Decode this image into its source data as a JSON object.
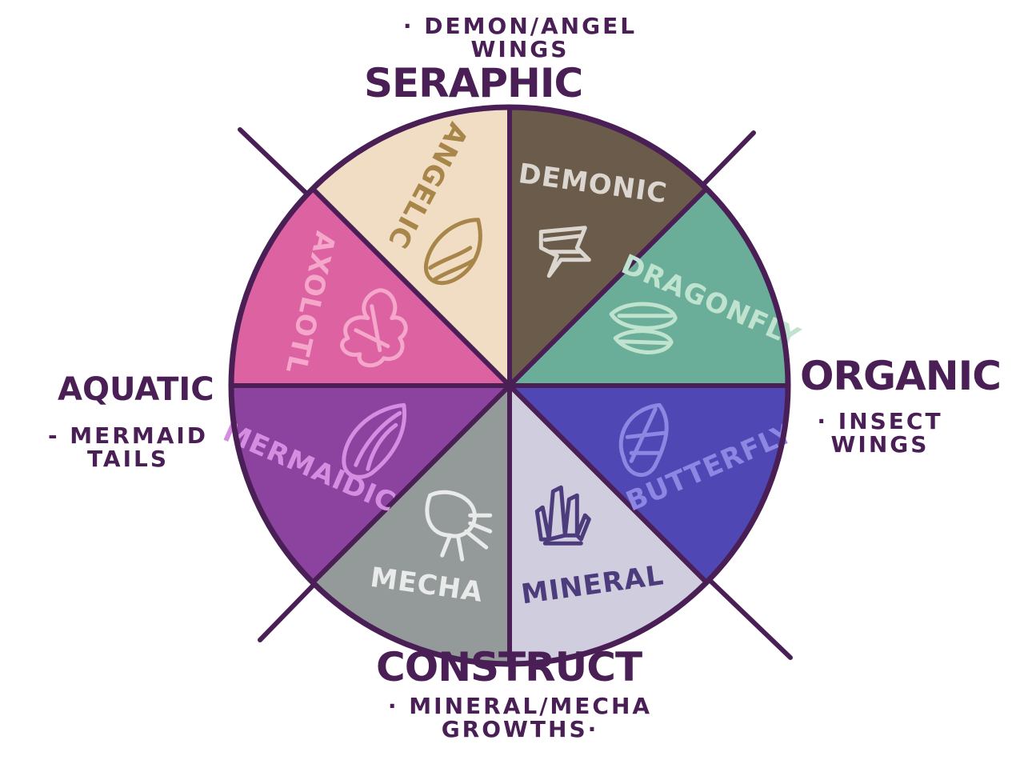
{
  "segments": [
    {
      "label": "Demonic",
      "fill": "#6b5b4a",
      "text": "#dcd6d0",
      "icon": "demon-wing-icon"
    },
    {
      "label": "Dragonfly",
      "fill": "#6aae9a",
      "text": "#bfe3cf",
      "icon": "dragonfly-wing-icon"
    },
    {
      "label": "Butterfly",
      "fill": "#4f48b4",
      "text": "#8d86e3",
      "icon": "butterfly-wing-icon"
    },
    {
      "label": "Mineral",
      "fill": "#d0cddf",
      "text": "#4d3c7c",
      "icon": "crystal-icon"
    },
    {
      "label": "Mecha",
      "fill": "#949a99",
      "text": "#e9ebea",
      "icon": "mecha-wing-icon"
    },
    {
      "label": "Mermaidic",
      "fill": "#8c43a0",
      "text": "#d48de0",
      "icon": "fin-icon"
    },
    {
      "label": "Axolotl",
      "fill": "#dd62a1",
      "text": "#f4a6cb",
      "icon": "axolotl-gill-icon"
    },
    {
      "label": "Angelic",
      "fill": "#f1dcc4",
      "text": "#a8864a",
      "icon": "angel-wing-icon"
    }
  ],
  "colors": {
    "ink": "#4a1f56"
  },
  "groups": {
    "seraphic": {
      "title": "Seraphic",
      "note": "· Demon/Angel\nwings"
    },
    "organic": {
      "title": "Organic",
      "note": "· Insect\nwings"
    },
    "construct": {
      "title": "Construct",
      "note": "· Mineral/Mecha\ngrowths·"
    },
    "aquatic": {
      "title": "Aquatic",
      "note": "- Mermaid\ntails"
    }
  }
}
